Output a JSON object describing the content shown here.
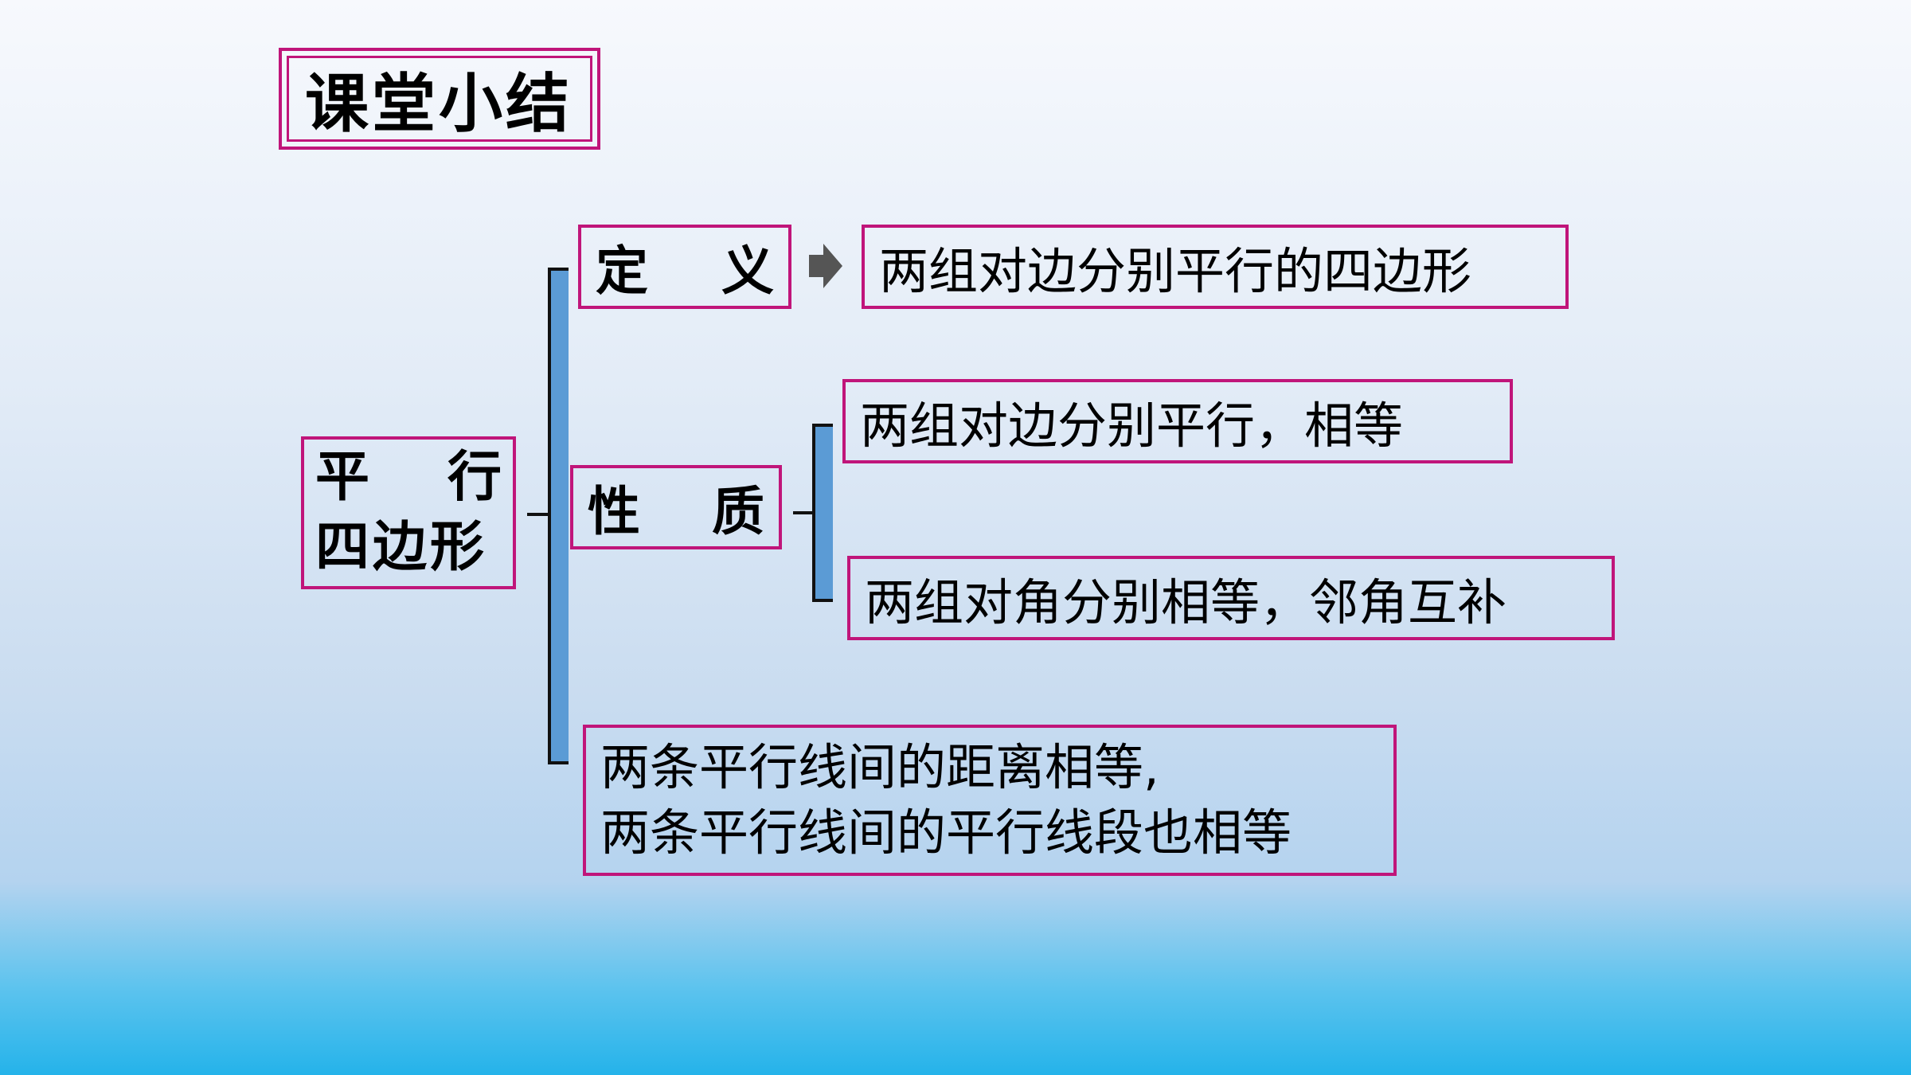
{
  "title": "课堂小结",
  "root": {
    "line1_left": "平",
    "line1_right": "行",
    "line2": "四边形"
  },
  "definition": {
    "label_a": "定",
    "label_b": "义",
    "text": "两组对边分别平行的四边形"
  },
  "property": {
    "label_a": "性",
    "label_b": "质",
    "items": [
      "两组对边分别平行，相等",
      "两组对角分别相等，邻角互补"
    ]
  },
  "distance": {
    "lines": [
      "两条平行线间的距离相等,",
      "两条平行线间的平行线段也相等"
    ]
  },
  "colors": {
    "border": "#c0157a",
    "bracket": "#5b9bd5",
    "arrow": "#555555"
  }
}
